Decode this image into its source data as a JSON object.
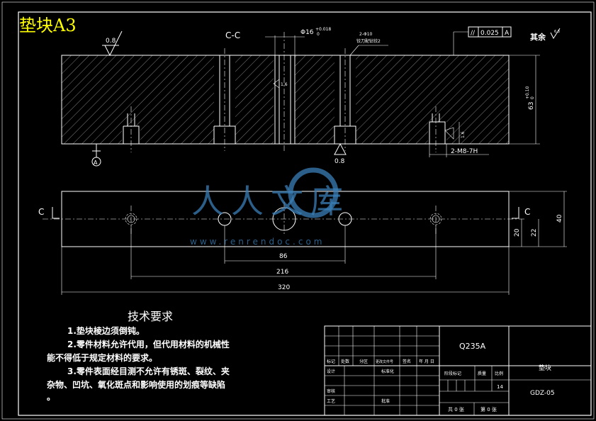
{
  "sheet_title": "垫块A3",
  "section_label": "C-C",
  "cut_marker": "C",
  "roughness": {
    "top_left": "0.8",
    "bottom_center": "0.8",
    "hole": "1.6",
    "rest": "其余",
    "rest_value": "6.3",
    "thread_hole": "1.6"
  },
  "tolerance_frame": {
    "symbol": "//",
    "value": "0.025",
    "datum": "A"
  },
  "datum_label": "A",
  "bore_dim": "Φ16",
  "bore_tol_upper": "+0.018",
  "bore_tol_lower": "0",
  "pin_note_1": "2-Φ10",
  "pin_note_2": "铰刀配钻铰2",
  "height_dim": "63",
  "height_tol_upper": "+0.10",
  "height_tol_lower": "0",
  "thread_callout": "2-M8-7H",
  "dims": {
    "d86": "86",
    "d216": "216",
    "d320": "320",
    "d40": "40",
    "d22": "22",
    "d20": "20"
  },
  "tech": {
    "title": "技术要求",
    "lines": [
      "1.垫块棱边须倒钝。",
      "2.零件材料允许代用，但代用材料的机械性",
      "能不得低于规定材料的要求。",
      "3.零件表面经目测不允许有锈斑、裂纹、夹",
      "杂物、凹坑、氧化斑点和影响使用的划痕等缺陷",
      "。"
    ]
  },
  "title_block": {
    "material": "Q235A",
    "part_name": "垫块",
    "drawing_no": "GDZ-05",
    "scale_value": "14",
    "total_sheets": "共 0 张",
    "sheet_no": "第 0 张",
    "hdr_mark": "标记",
    "hdr_count": "处数",
    "hdr_zone": "分区",
    "hdr_doc": "更改文件号",
    "hdr_sign": "签名",
    "hdr_date": "年 月 日",
    "row_design": "设计",
    "row_std": "标准化",
    "row_check": "审核",
    "row_process": "工艺",
    "row_approve": "批准",
    "stage": "阶段标记",
    "weight": "质量",
    "scale": "比例"
  },
  "watermark": {
    "brand": "人人文库",
    "url": "www.renrendoc.com"
  }
}
